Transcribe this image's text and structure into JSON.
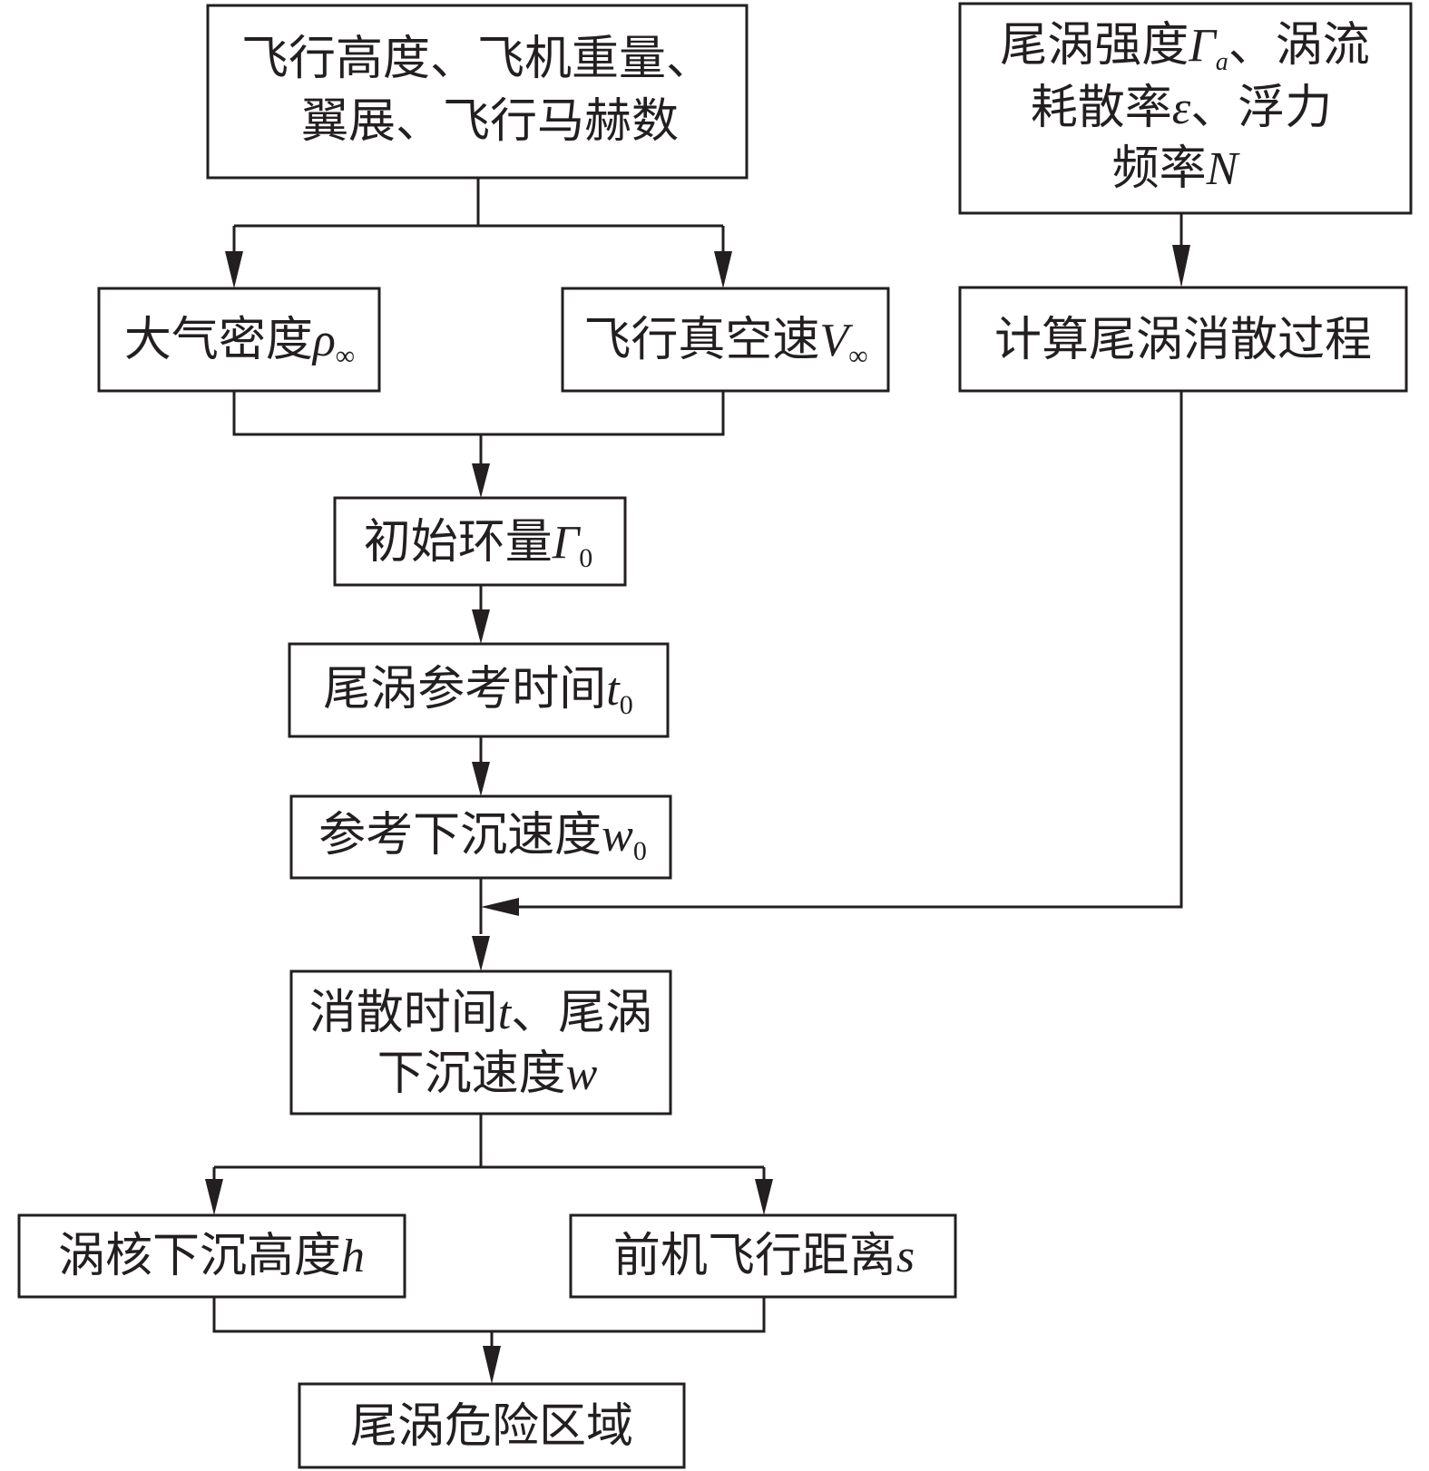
{
  "nodes": {
    "inputs": {
      "line1": "飞行高度、飞机重量、",
      "line2": "翼展、飞行马赫数"
    },
    "vortex_params": {
      "line1_a": "尾涡强度",
      "line1_sym": "Γ",
      "line1_sub": "a",
      "line1_b": "、涡流",
      "line2_a": "耗散率",
      "line2_sym": "ε",
      "line2_b": "、浮力",
      "line3_a": "频率",
      "line3_sym": "N"
    },
    "air_density": {
      "text": "大气密度",
      "sym": "ρ",
      "sub": "∞"
    },
    "true_airspeed": {
      "text": "飞行真空速",
      "sym": "V",
      "sub": "∞"
    },
    "dissipation_process": {
      "text": "计算尾涡消散过程"
    },
    "initial_circulation": {
      "text": "初始环量",
      "sym": "Γ",
      "sub": "0"
    },
    "reference_time": {
      "text": "尾涡参考时间",
      "sym": "t",
      "sub": "0"
    },
    "reference_sink_speed": {
      "text": "参考下沉速度",
      "sym": "w",
      "sub": "0"
    },
    "dissipation_time": {
      "line1_a": "消散时间",
      "line1_sym": "t",
      "line1_b": "、尾涡",
      "line2_a": "下沉速度",
      "line2_sym": "w"
    },
    "core_sink_height": {
      "text": "涡核下沉高度",
      "sym": "h"
    },
    "leader_distance": {
      "text": "前机飞行距离",
      "sym": "s"
    },
    "hazard_zone": {
      "text": "尾涡危险区域"
    }
  }
}
